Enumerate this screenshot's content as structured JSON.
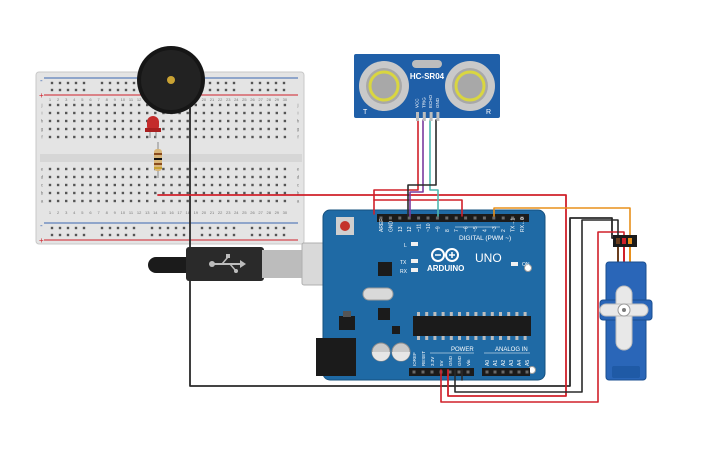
{
  "sensor": {
    "model": "HC-SR04",
    "pins": [
      "VCC",
      "TRIG",
      "ECHO",
      "GND"
    ],
    "left_mark": "T",
    "right_mark": "R"
  },
  "breadboard": {
    "column_numbers": [
      "1",
      "2",
      "3",
      "4",
      "5",
      "6",
      "7",
      "8",
      "9",
      "10",
      "11",
      "12",
      "13",
      "14",
      "15",
      "16",
      "17",
      "18",
      "19",
      "20",
      "21",
      "22",
      "23",
      "24",
      "25",
      "26",
      "27",
      "28",
      "29",
      "30"
    ],
    "row_letters_top": [
      "j",
      "i",
      "h",
      "g",
      "f"
    ],
    "row_letters_bottom": [
      "e",
      "d",
      "c",
      "b",
      "a"
    ],
    "rail_plus": "+",
    "rail_minus": "-"
  },
  "arduino": {
    "brand": "ARDUINO",
    "model": "UNO",
    "digital_label": "DIGITAL (PWM ~)",
    "analog_label": "ANALOG IN",
    "power_label": "POWER",
    "on_label": "ON",
    "led_labels": [
      "L",
      "TX",
      "RX"
    ],
    "digital_pins": [
      "AREF",
      "GND",
      "13",
      "12",
      "~11",
      "~10",
      "~9",
      "8",
      "7",
      "~6",
      "~5",
      "4",
      "~3",
      "2",
      "TX→1",
      "RX←0"
    ],
    "power_pins": [
      "IOREF",
      "RESET",
      "3.3V",
      "5V",
      "GND",
      "GND",
      "Vin"
    ],
    "analog_pins": [
      "A0",
      "A1",
      "A2",
      "A3",
      "A4",
      "A5"
    ]
  },
  "colors": {
    "board_blue": "#1f6aa5",
    "wire_red": "#d0202a",
    "wire_black": "#2a2a2a",
    "wire_purple": "#7a3a9e",
    "wire_teal": "#4fb8b0",
    "wire_orange": "#e8901c",
    "wire_brown": "#6b3e1e"
  }
}
